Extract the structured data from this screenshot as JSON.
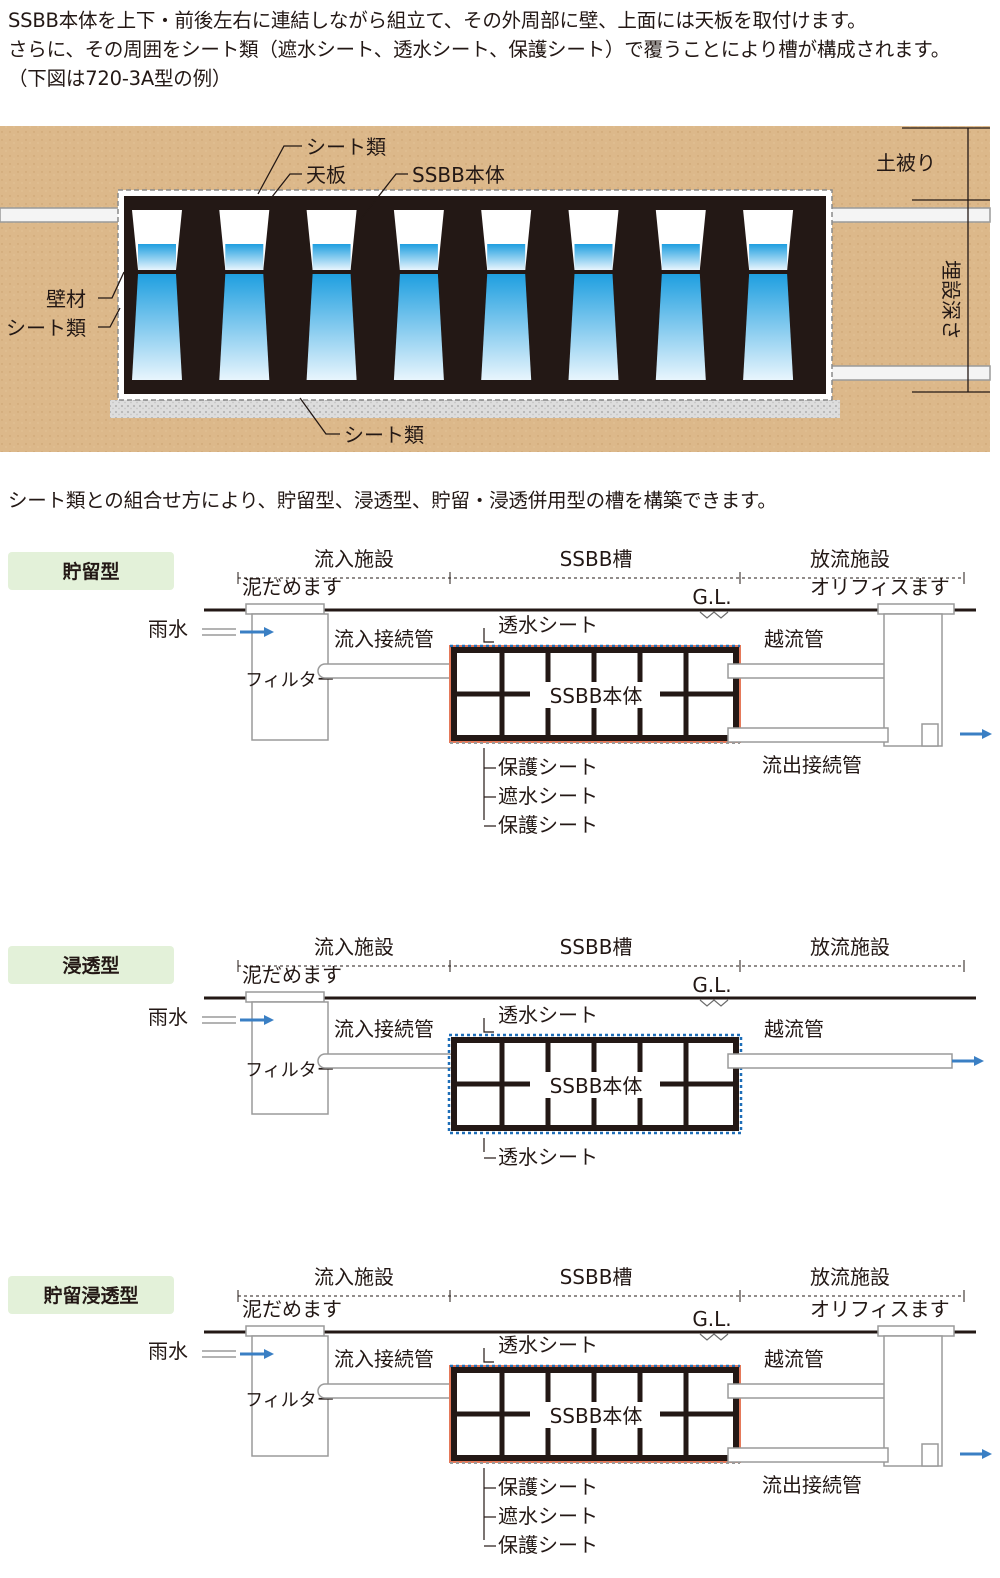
{
  "intro": {
    "line1": "SSBB本体を上下・前後左右に連結しながら組立て、その外周部に壁、上面には天板を取付けます。",
    "line2": "さらに、その周囲をシート類（遮水シート、透水シート、保護シート）で覆うことにより槽が構成されます。",
    "line3": "（下図は720-3A型の例）"
  },
  "cross_section": {
    "label_sheets_top": "シート類",
    "label_top_plate": "天板",
    "label_body": "SSBB本体",
    "label_wall": "壁材",
    "label_sheets_side": "シート類",
    "label_sheets_bottom": "シート類",
    "label_cover": "土被り",
    "label_depth": "埋設深さ"
  },
  "subtitle": "シート類との組合せ方により、貯留型、浸透型、貯留・浸透併用型の槽を構築できます。",
  "colors": {
    "soil": "#dcb88a",
    "frame": "#231815",
    "water_top": "#1f9fe0",
    "water_bottom": "#e8f5fd",
    "permeable_sheet": "#1e6eb8",
    "protect_sheet": "#e5795a",
    "arrow": "#3a7fc4",
    "badge": "#e3f1d9"
  },
  "diagrams": [
    {
      "badge": "貯留型",
      "inflow": "流入施設",
      "tank": "SSBB槽",
      "outflow": "放流施設",
      "mud_box": "泥だめます",
      "gl": "G.L.",
      "orifice": "オリフィスます",
      "rain": "雨水",
      "filter": "フィルター",
      "inlet_pipe": "流入接続管",
      "permeable_sheet": "透水シート",
      "body": "SSBB本体",
      "overflow": "越流管",
      "outlet_pipe": "流出接続管",
      "sheets_below": [
        "保護シート",
        "遮水シート",
        "保護シート"
      ]
    },
    {
      "badge": "浸透型",
      "inflow": "流入施設",
      "tank": "SSBB槽",
      "outflow": "放流施設",
      "mud_box": "泥だめます",
      "gl": "G.L.",
      "orifice": "",
      "rain": "雨水",
      "filter": "フィルター",
      "inlet_pipe": "流入接続管",
      "permeable_sheet": "透水シート",
      "body": "SSBB本体",
      "overflow": "越流管",
      "outlet_pipe": "",
      "sheets_below": [
        "透水シート"
      ]
    },
    {
      "badge": "貯留浸透型",
      "inflow": "流入施設",
      "tank": "SSBB槽",
      "outflow": "放流施設",
      "mud_box": "泥だめます",
      "gl": "G.L.",
      "orifice": "オリフィスます",
      "rain": "雨水",
      "filter": "フィルター",
      "inlet_pipe": "流入接続管",
      "permeable_sheet": "透水シート",
      "body": "SSBB本体",
      "overflow": "越流管",
      "outlet_pipe": "流出接続管",
      "sheets_below": [
        "保護シート",
        "遮水シート",
        "保護シート"
      ]
    }
  ]
}
